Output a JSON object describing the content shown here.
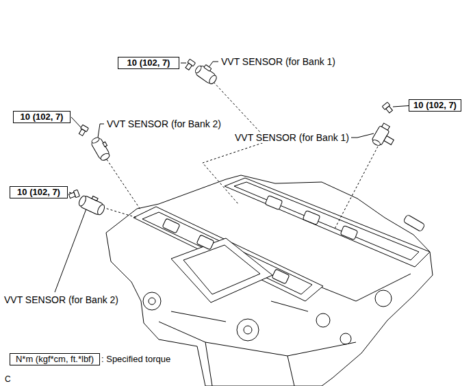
{
  "diagram": {
    "nodes": [
      {
        "text": [
          "10 (102, 7)"
        ]
      },
      {
        "text": [
          "10 (102, 7)"
        ]
      },
      {
        "text": [
          "10 (102, 7)"
        ]
      },
      {
        "text": [
          "10 (102, 7)"
        ]
      },
      {
        "text": [
          "N*m (kgf*cm, ft.*lbf)"
        ]
      }
    ],
    "labels": [
      "VVT SENSOR (for Bank 1)",
      "VVT SENSOR (for Bank 2)",
      "VVT SENSOR (for Bank 1)",
      "VVT SENSOR (for Bank 2)",
      ": Specified torque",
      "C"
    ]
  }
}
